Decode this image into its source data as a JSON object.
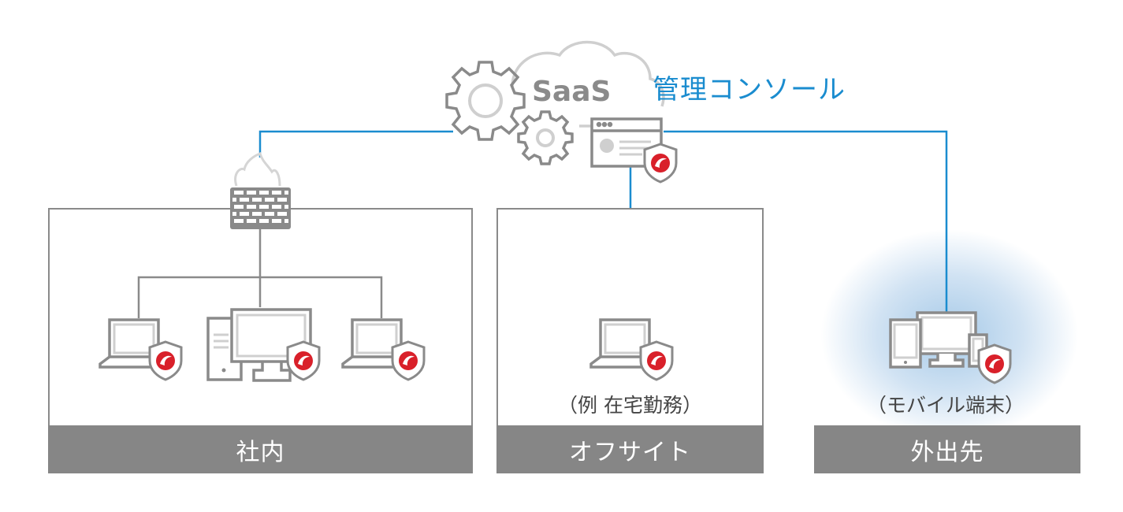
{
  "cloud": {
    "label": "SaaS"
  },
  "console": {
    "label": "管理コンソール"
  },
  "zones": [
    {
      "id": "internal",
      "label": "社内",
      "sublabel": ""
    },
    {
      "id": "offsite",
      "label": "オフサイト",
      "sublabel": "（例 在宅勤務）"
    },
    {
      "id": "outside",
      "label": "外出先",
      "sublabel": "（モバイル端末）"
    }
  ],
  "colors": {
    "link": "#1a8ccf",
    "device": "#8a8a8a",
    "shield": "#d9202a",
    "band": "#868686"
  },
  "icons": [
    "gear-icon",
    "cloud-icon",
    "browser-dashboard-icon",
    "firewall-icon",
    "laptop-icon",
    "desktop-pc-icon",
    "multi-device-icon",
    "security-shield-icon"
  ]
}
